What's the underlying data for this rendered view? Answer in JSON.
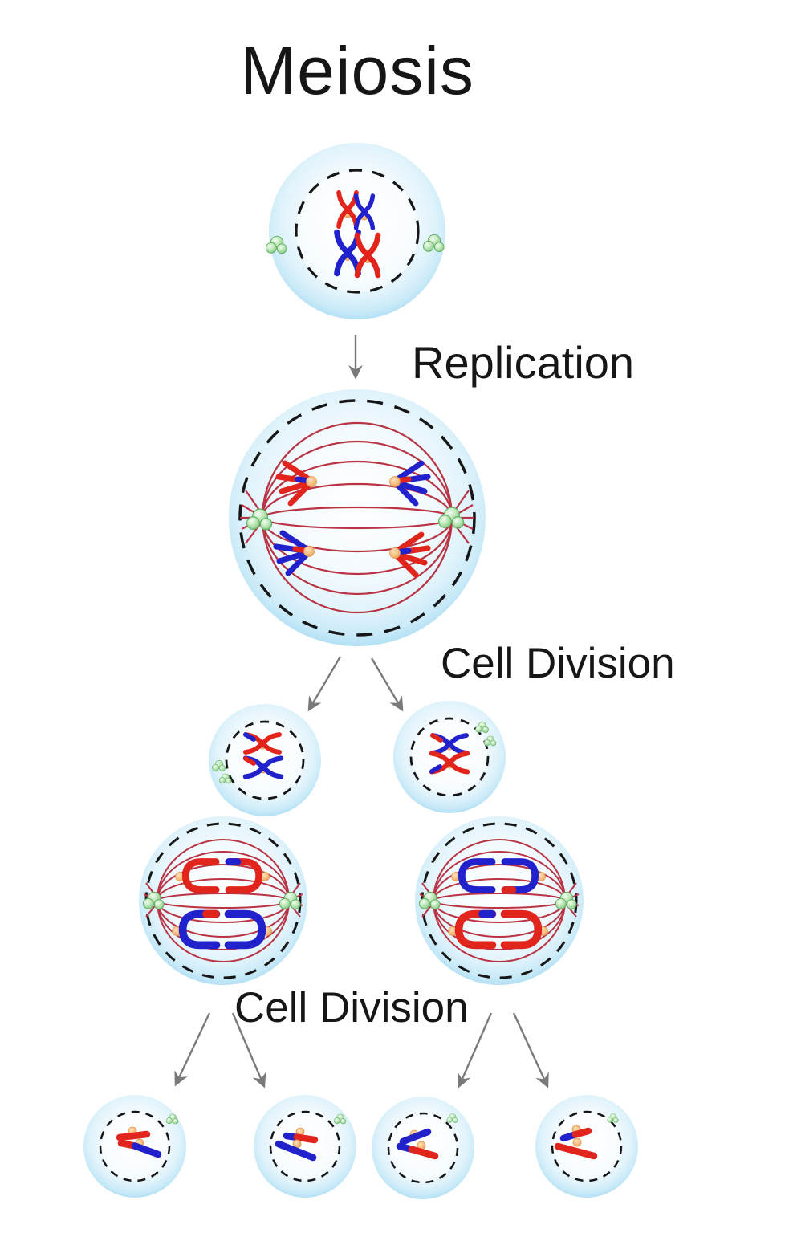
{
  "title": "Meiosis",
  "labels": {
    "replication": "Replication",
    "cell_division_1": "Cell Division",
    "cell_division_2": "Cell Division"
  },
  "colors": {
    "chromosome_red": "#e2251c",
    "chromosome_blue": "#2222cc",
    "spindle_fiber": "#b93343",
    "centromere_orange": "#f0ae67",
    "centrosome_green": "#8fd08f",
    "cell_rim_blue": "#a9dcf3",
    "nuclear_envelope_dash": "#161616",
    "arrow_gray": "#7a7a7a",
    "text_black": "#161616",
    "background": "#ffffff"
  }
}
